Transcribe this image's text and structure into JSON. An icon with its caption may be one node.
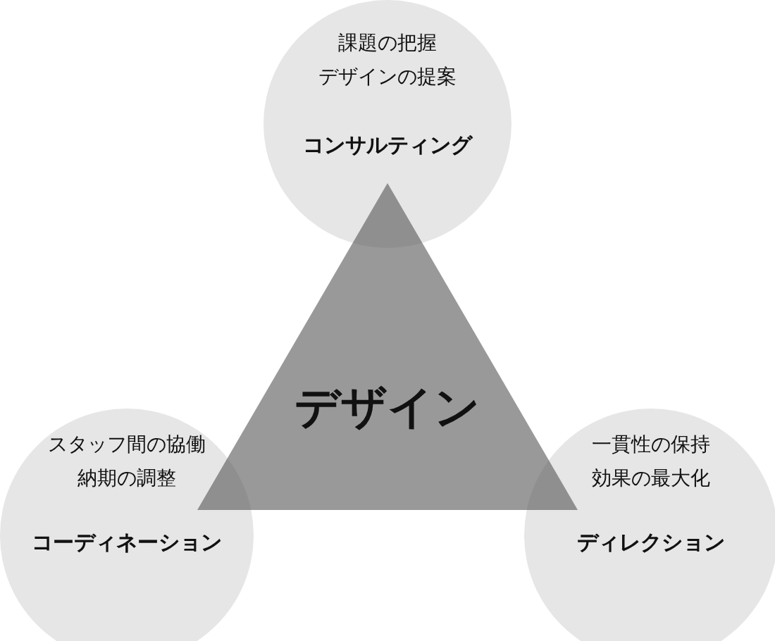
{
  "diagram": {
    "nodes": [
      {
        "text": [
          "課題の把握",
          "デザインの提案",
          "コンサルティング"
        ]
      },
      {
        "text": [
          "デザイン"
        ]
      },
      {
        "text": [
          "スタッフ間の協働",
          "納期の調整",
          "コーディネーション"
        ]
      },
      {
        "text": [
          "一貫性の保持",
          "効果の最大化",
          "ディレクション"
        ]
      }
    ],
    "edges": []
  }
}
